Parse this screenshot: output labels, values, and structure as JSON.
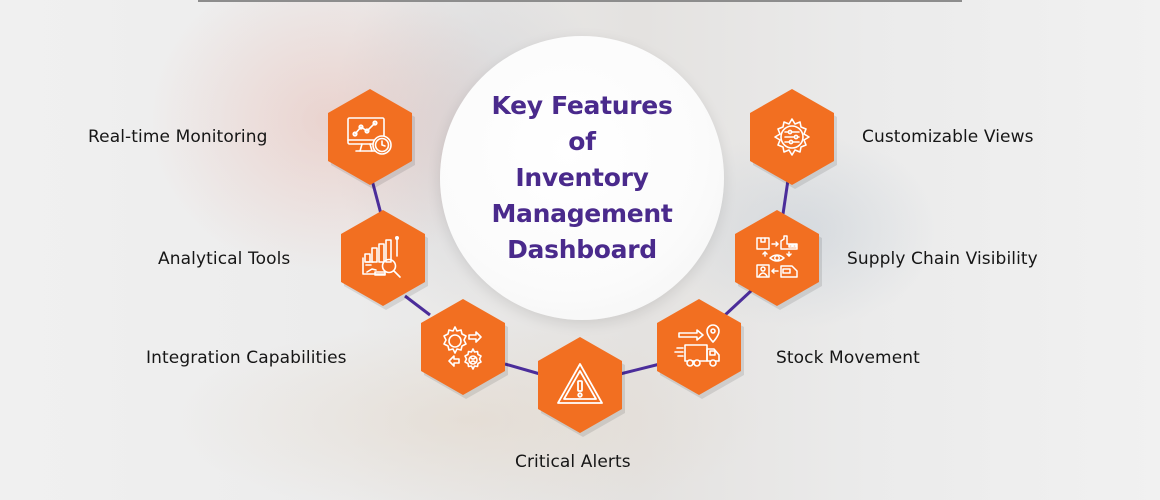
{
  "title": {
    "lines": [
      "Key Features",
      "of",
      "Inventory",
      "Management",
      "Dashboard"
    ],
    "color": "#4a2a8c"
  },
  "colors": {
    "hexagon": "#f26f21",
    "connector": "#4b2d9a",
    "label": "#161616",
    "background": "#efefef"
  },
  "features": [
    {
      "label": "Real-time Monitoring",
      "icon": "monitor-chart-clock-icon",
      "side": "left"
    },
    {
      "label": "Analytical Tools",
      "icon": "bar-chart-magnifier-icon",
      "side": "left"
    },
    {
      "label": "Integration Capabilities",
      "icon": "gears-arrows-icon",
      "side": "left"
    },
    {
      "label": "Critical Alerts",
      "icon": "warning-triangle-icon",
      "side": "bottom"
    },
    {
      "label": "Stock Movement",
      "icon": "delivery-truck-location-icon",
      "side": "right"
    },
    {
      "label": "Supply Chain Visibility",
      "icon": "supply-chain-eye-icon",
      "side": "right"
    },
    {
      "label": "Customizable Views",
      "icon": "gear-sliders-icon",
      "side": "right"
    }
  ]
}
